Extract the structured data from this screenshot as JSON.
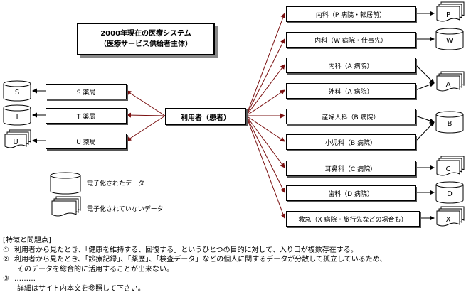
{
  "title": {
    "line1": "2000年現在の医療システム",
    "line2": "（医療サービス供給者主体）"
  },
  "user": {
    "label": "利用者（患者）"
  },
  "pharmacies": [
    {
      "label": "S 薬局",
      "store": "S",
      "kind": "digital"
    },
    {
      "label": "T 薬局",
      "store": "T",
      "kind": "digital"
    },
    {
      "label": "U 薬局",
      "store": "U",
      "kind": "paper"
    }
  ],
  "providers": [
    {
      "label": "内科（P 病院・転居前）",
      "store": "P",
      "kind": "paper"
    },
    {
      "label": "内科（W 病院・仕事先）",
      "store": "W",
      "kind": "digital"
    },
    {
      "label": "内科（A 病院）",
      "store": "A",
      "kind": "paper"
    },
    {
      "label": "外科（A 病院）",
      "store": "A",
      "kind": "paper"
    },
    {
      "label": "産婦人科（B 病院）",
      "store": "B",
      "kind": "digital"
    },
    {
      "label": "小児科（B 病院）",
      "store": "B",
      "kind": "digital"
    },
    {
      "label": "耳鼻科（C 病院）",
      "store": "C",
      "kind": "paper"
    },
    {
      "label": "歯科（D 病院）",
      "store": "D",
      "kind": "digital"
    },
    {
      "label": "救急（X 病院・旅行先などの場合も）",
      "store": "X",
      "kind": "paper"
    }
  ],
  "legend": {
    "digital": "電子化されたデータ",
    "paper": "電子化されていないデータ"
  },
  "notes": {
    "heading": "[特徴と問題点]",
    "items": [
      {
        "num": "①",
        "text": "利用者から見たとき、「健康を維持する、回復する」というひとつの目的に対して、入り口が複数存在する。"
      },
      {
        "num": "②",
        "text": "利用者から見たとき、「診療記録」、「薬歴」、「検査データ」などの個人に関するデータが分散して孤立しているため、",
        "cont": "そのデータを総合的に活用することが出来ない。"
      },
      {
        "num": "③",
        "text": "………"
      }
    ],
    "footer": "詳細はサイト内本文を参照して下さい。"
  },
  "colors": {
    "arrow": "#7a1010",
    "line": "#000000",
    "shadow": "#555555"
  }
}
